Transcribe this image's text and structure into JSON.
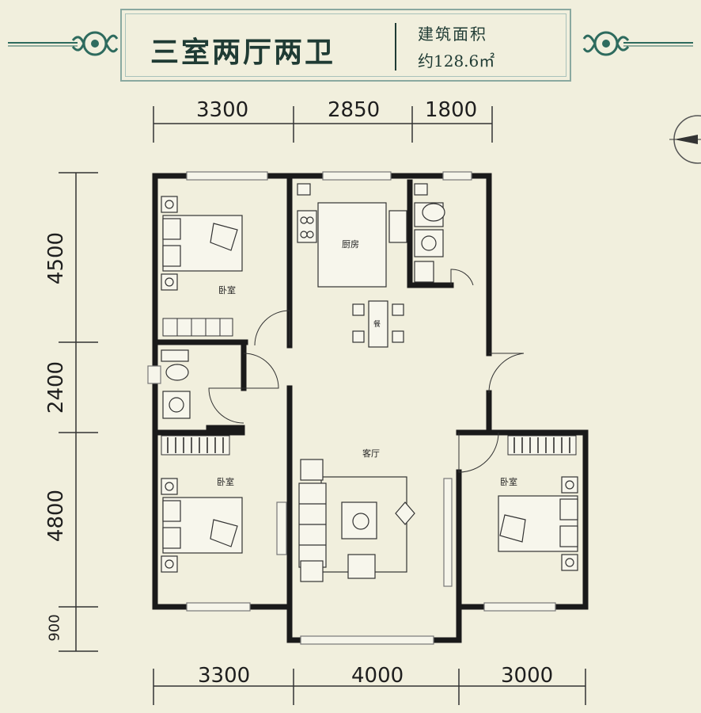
{
  "title": "三室两厅两卫",
  "area_label": "建筑面积",
  "area_value": "约128.6㎡",
  "dimensions": {
    "top": [
      "3300",
      "2850",
      "1800"
    ],
    "bottom": [
      "3300",
      "4000",
      "3000"
    ],
    "left": [
      "4500",
      "2400",
      "4800",
      "900"
    ]
  },
  "rooms": {
    "bedroom_top_left": "卧室",
    "kitchen": "厨房",
    "living_room": "客厅",
    "bedroom_bottom_left": "卧室",
    "bedroom_right": "卧室",
    "dining": "餐"
  },
  "colors": {
    "background": "#f1efdd",
    "wall": "#1a1a1a",
    "title_text": "#1f3b34",
    "ornament": "#2e6b5e",
    "window": "#8b8b8b"
  },
  "icons": [
    "ornament-left-icon",
    "ornament-right-icon",
    "compass-icon"
  ]
}
